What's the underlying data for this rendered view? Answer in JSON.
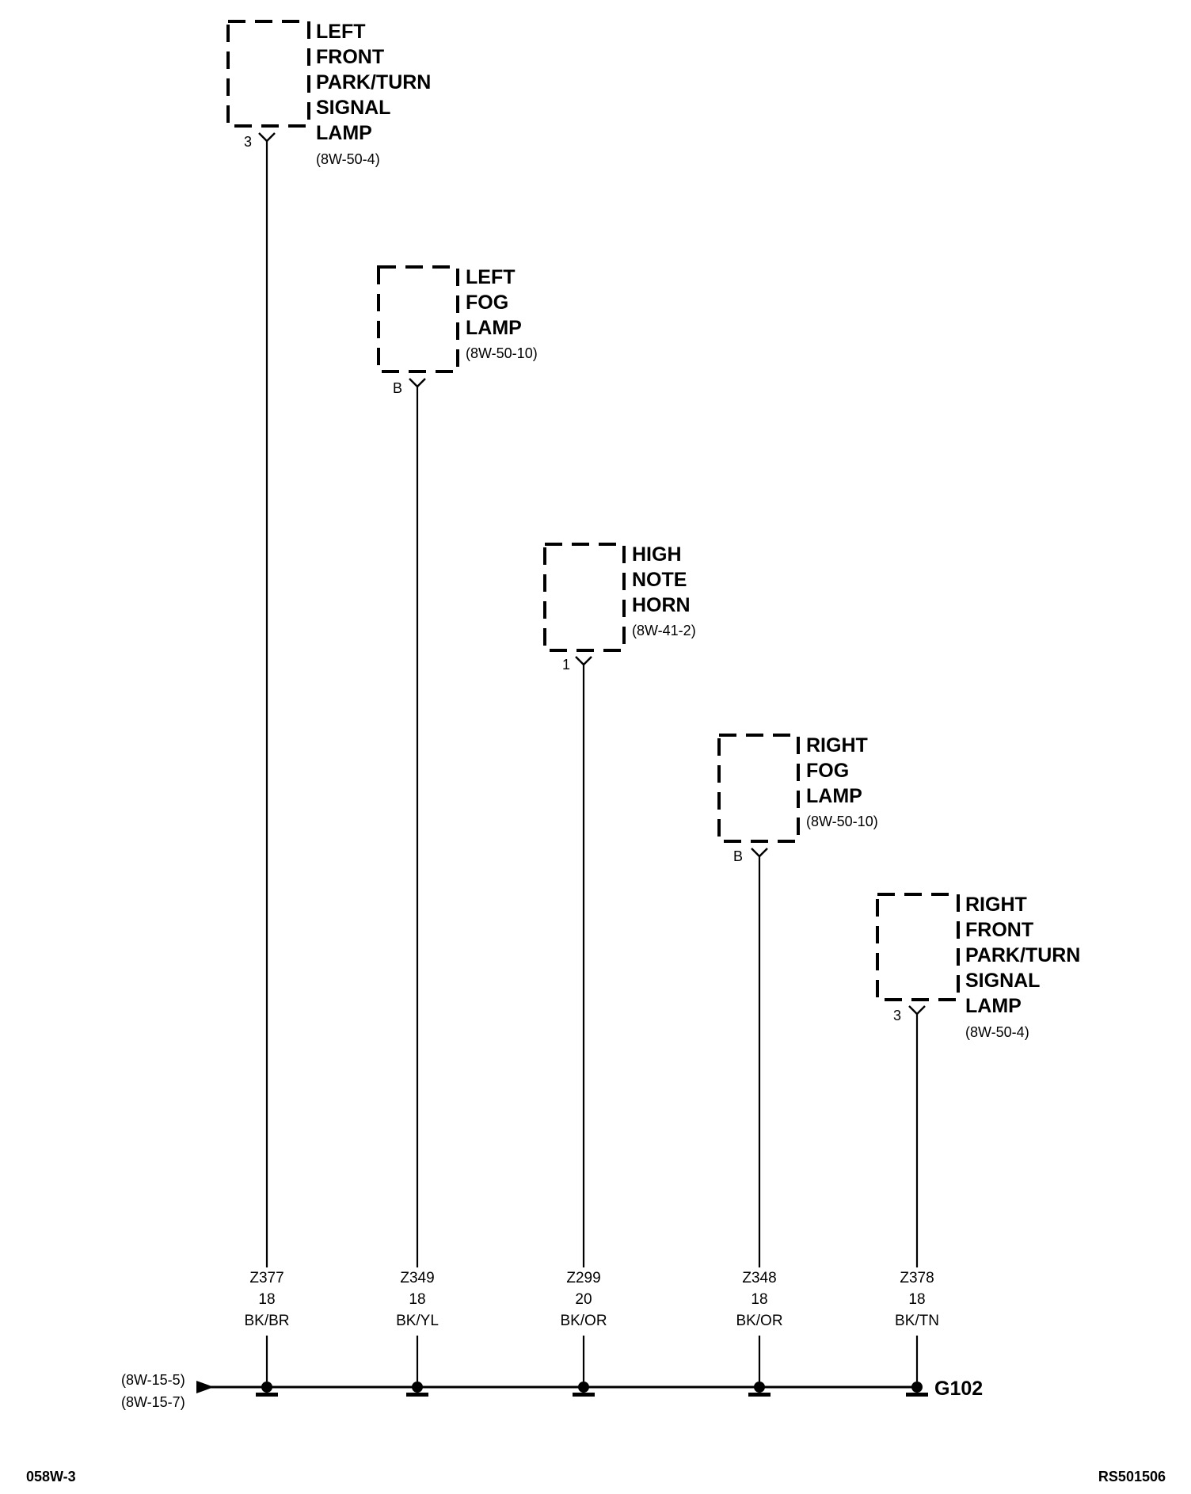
{
  "components": [
    {
      "id": "lf_park_turn",
      "name_lines": [
        "LEFT",
        "FRONT",
        "PARK/TURN",
        "SIGNAL",
        "LAMP"
      ],
      "ref": "(8W-50-4)",
      "pin": "3",
      "wire": {
        "code": "Z377",
        "gauge": "18",
        "color": "BK/BR"
      }
    },
    {
      "id": "left_fog",
      "name_lines": [
        "LEFT",
        "FOG",
        "LAMP"
      ],
      "ref": "(8W-50-10)",
      "pin": "B",
      "wire": {
        "code": "Z349",
        "gauge": "18",
        "color": "BK/YL"
      }
    },
    {
      "id": "high_note_horn",
      "name_lines": [
        "HIGH",
        "NOTE",
        "HORN"
      ],
      "ref": "(8W-41-2)",
      "pin": "1",
      "wire": {
        "code": "Z299",
        "gauge": "20",
        "color": "BK/OR"
      }
    },
    {
      "id": "right_fog",
      "name_lines": [
        "RIGHT",
        "FOG",
        "LAMP"
      ],
      "ref": "(8W-50-10)",
      "pin": "B",
      "wire": {
        "code": "Z348",
        "gauge": "18",
        "color": "BK/OR"
      }
    },
    {
      "id": "rf_park_turn",
      "name_lines": [
        "RIGHT",
        "FRONT",
        "PARK/TURN",
        "SIGNAL",
        "LAMP"
      ],
      "ref": "(8W-50-4)",
      "pin": "3",
      "wire": {
        "code": "Z378",
        "gauge": "18",
        "color": "BK/TN"
      }
    }
  ],
  "ground": {
    "label": "G102",
    "source_refs": [
      "(8W-15-5)",
      "(8W-15-7)"
    ]
  },
  "footer": {
    "page_id": "058W-3",
    "drawing_id": "RS501506"
  }
}
